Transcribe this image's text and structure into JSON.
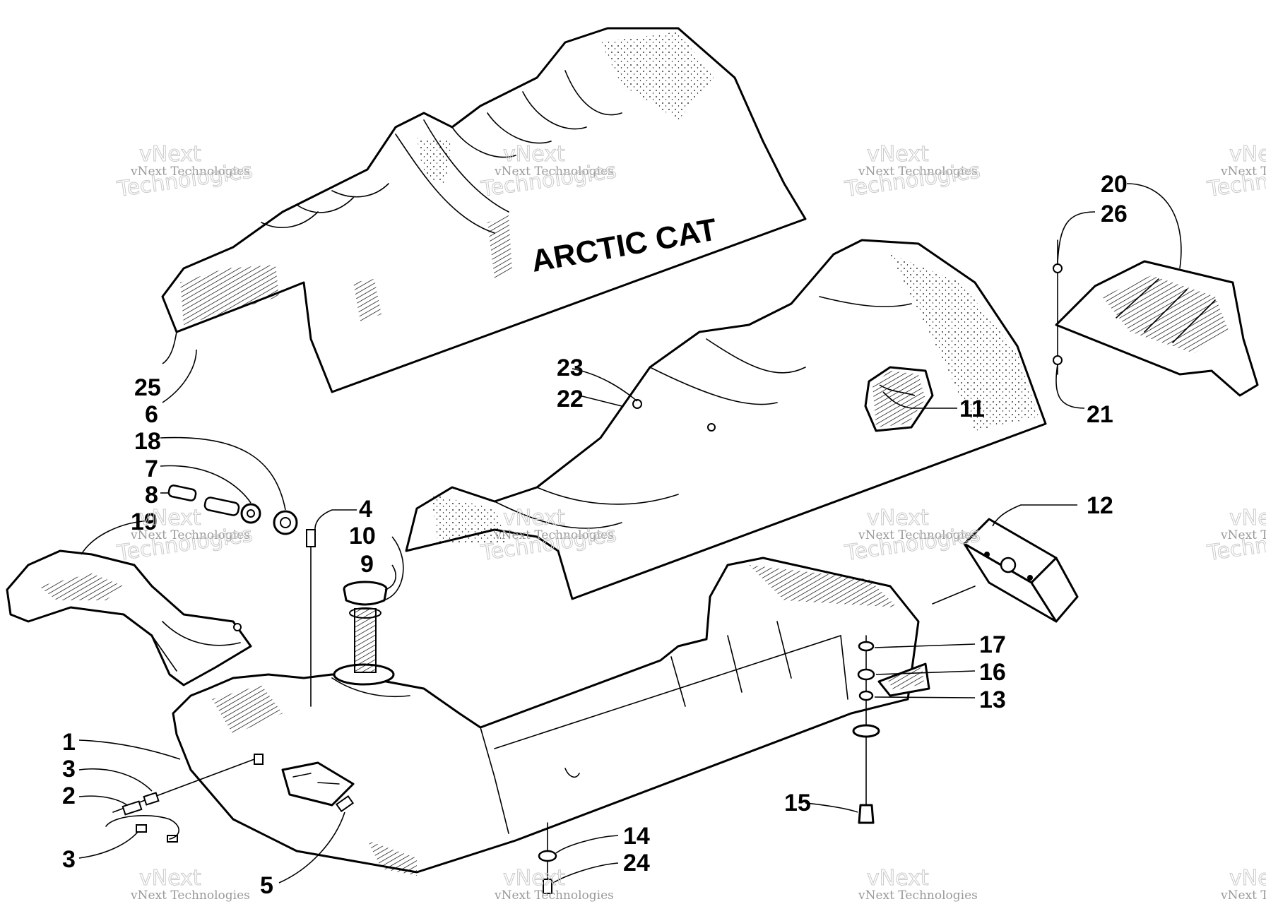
{
  "brand_text": "ARCTIC CAT",
  "watermark": {
    "line1": "vNext Technologies",
    "line2": "vNext",
    "line3": "Technologies"
  },
  "callouts": [
    "1",
    "2",
    "3",
    "3",
    "4",
    "5",
    "6",
    "7",
    "8",
    "9",
    "10",
    "11",
    "12",
    "13",
    "14",
    "15",
    "16",
    "17",
    "18",
    "19",
    "20",
    "21",
    "22",
    "23",
    "24",
    "25",
    "26"
  ]
}
